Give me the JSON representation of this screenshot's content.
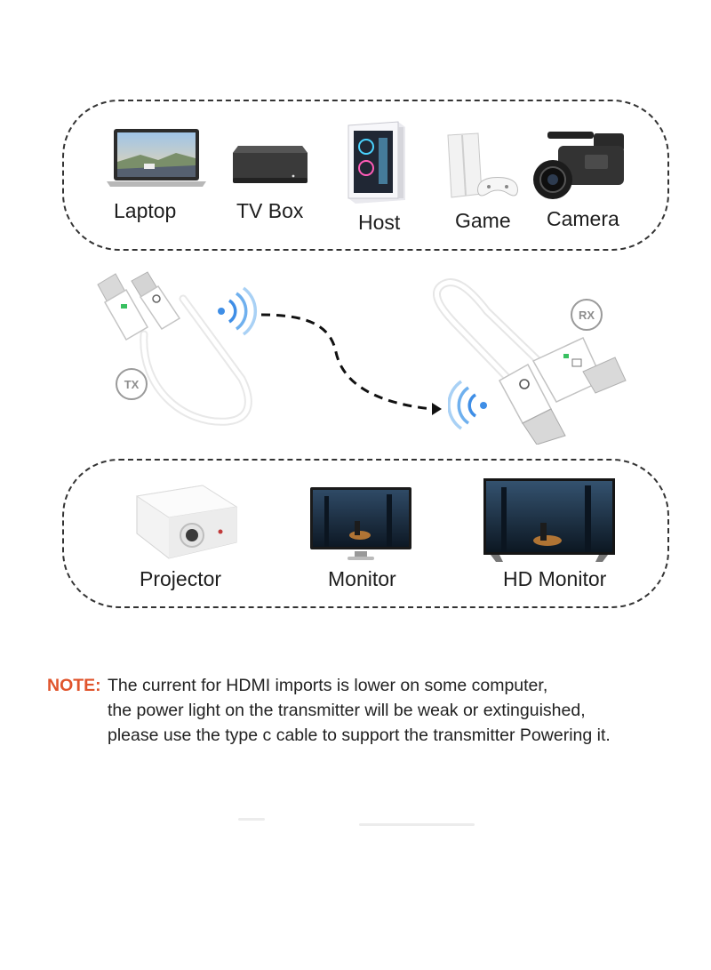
{
  "sources": [
    {
      "label": "Laptop",
      "icon": "laptop-icon"
    },
    {
      "label": "TV Box",
      "icon": "tv-box-icon"
    },
    {
      "label": "Host",
      "icon": "pc-tower-icon"
    },
    {
      "label": "Game",
      "icon": "game-console-icon"
    },
    {
      "label": "Camera",
      "icon": "camcorder-icon"
    }
  ],
  "transmitter": {
    "badge": "TX",
    "icon": "hdmi-transmitter-icon"
  },
  "receiver": {
    "badge": "RX",
    "icon": "hdmi-receiver-icon"
  },
  "displays": [
    {
      "label": "Projector",
      "icon": "projector-icon"
    },
    {
      "label": "Monitor",
      "icon": "monitor-icon"
    },
    {
      "label": "HD Monitor",
      "icon": "hd-tv-icon"
    }
  ],
  "note": {
    "tag": "NOTE:",
    "lines": [
      "The current for HDMI imports is lower on some computer,",
      "the power light on the transmitter will be weak or extinguished,",
      "please use the type c cable to support the transmitter Powering it."
    ]
  },
  "colors": {
    "accent": "#e0542c",
    "wifi": "#3f8ee6",
    "border": "#333333"
  }
}
